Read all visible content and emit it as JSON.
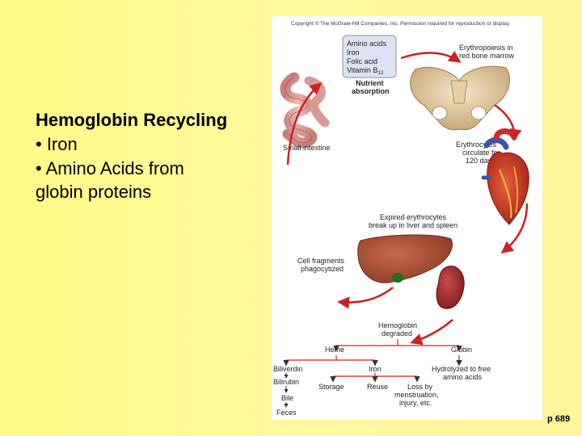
{
  "slide": {
    "title": "Hemoglobin Recycling",
    "bullets": [
      "• Iron",
      "• Amino Acids from"
    ],
    "bullet_continuation": "globin proteins",
    "page_ref": "p 689"
  },
  "figure": {
    "copyright": "Copyright © The McGraw-Hill Companies, Inc. Permission required for reproduction or display.",
    "nutrients": [
      "Amino acids",
      "Iron",
      "Folic acid",
      "Vitamin B"
    ],
    "vitamin_sub": "12",
    "nutrient_absorption": [
      "Nutrient",
      "absorption"
    ],
    "erythropoiesis": [
      "Erythropoiesis in",
      "red bone marrow"
    ],
    "small_intestine": "Small intestine",
    "erythrocytes_circulate": [
      "Erythrocytes",
      "circulate for",
      "120 days"
    ],
    "expired": [
      "Expired erythrocytes",
      "break up in liver and spleen"
    ],
    "cell_fragments": [
      "Cell fragments",
      "phagocytized"
    ],
    "hemoglobin_degraded": [
      "Hemoglobin",
      "degraded"
    ],
    "heme": "Heme",
    "globin": "Globin",
    "biliverdin": "Biliverdin",
    "iron": "Iron",
    "hydrolyzed": [
      "Hydrolyzed to free",
      "amino acids"
    ],
    "bilirubin": "Bilirubin",
    "storage": "Storage",
    "reuse": "Reuse",
    "loss": [
      "Loss by",
      "menstruation,",
      "injury, etc."
    ],
    "bile": "Bile",
    "feces": "Feces",
    "colors": {
      "arrow": "#cc2222",
      "box_fill": "#dfe2f4",
      "box_stroke": "#8a8fb0"
    }
  }
}
